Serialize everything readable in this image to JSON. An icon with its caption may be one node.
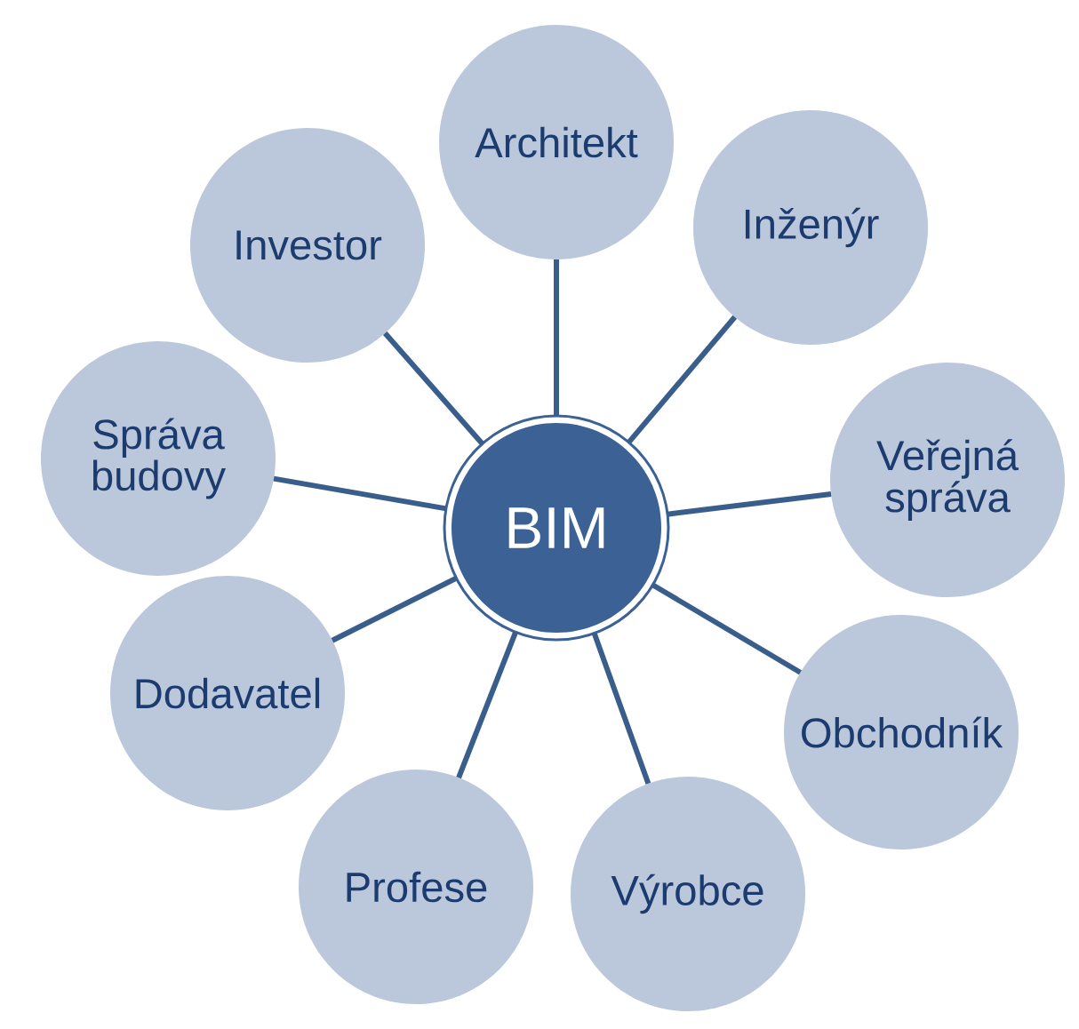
{
  "diagram": {
    "nodes": [
      {
        "text": [
          "BIM"
        ]
      },
      {
        "text": [
          "Architekt"
        ]
      },
      {
        "text": [
          "Inženýr"
        ]
      },
      {
        "text": [
          "Veřejná správa"
        ]
      },
      {
        "text": [
          "Obchodník"
        ]
      },
      {
        "text": [
          "Výrobce"
        ]
      },
      {
        "text": [
          "Profese"
        ]
      },
      {
        "text": [
          "Dodavatel"
        ]
      },
      {
        "text": [
          "Správa budovy"
        ]
      },
      {
        "text": [
          "Investor"
        ]
      }
    ],
    "edges": [
      {
        "from": 0,
        "to": 1,
        "arrow": "none"
      },
      {
        "from": 0,
        "to": 2,
        "arrow": "none"
      },
      {
        "from": 0,
        "to": 3,
        "arrow": "none"
      },
      {
        "from": 0,
        "to": 4,
        "arrow": "none"
      },
      {
        "from": 0,
        "to": 5,
        "arrow": "none"
      },
      {
        "from": 0,
        "to": 6,
        "arrow": "none"
      },
      {
        "from": 0,
        "to": 7,
        "arrow": "none"
      },
      {
        "from": 0,
        "to": 8,
        "arrow": "none"
      },
      {
        "from": 0,
        "to": 9,
        "arrow": "none"
      }
    ]
  }
}
